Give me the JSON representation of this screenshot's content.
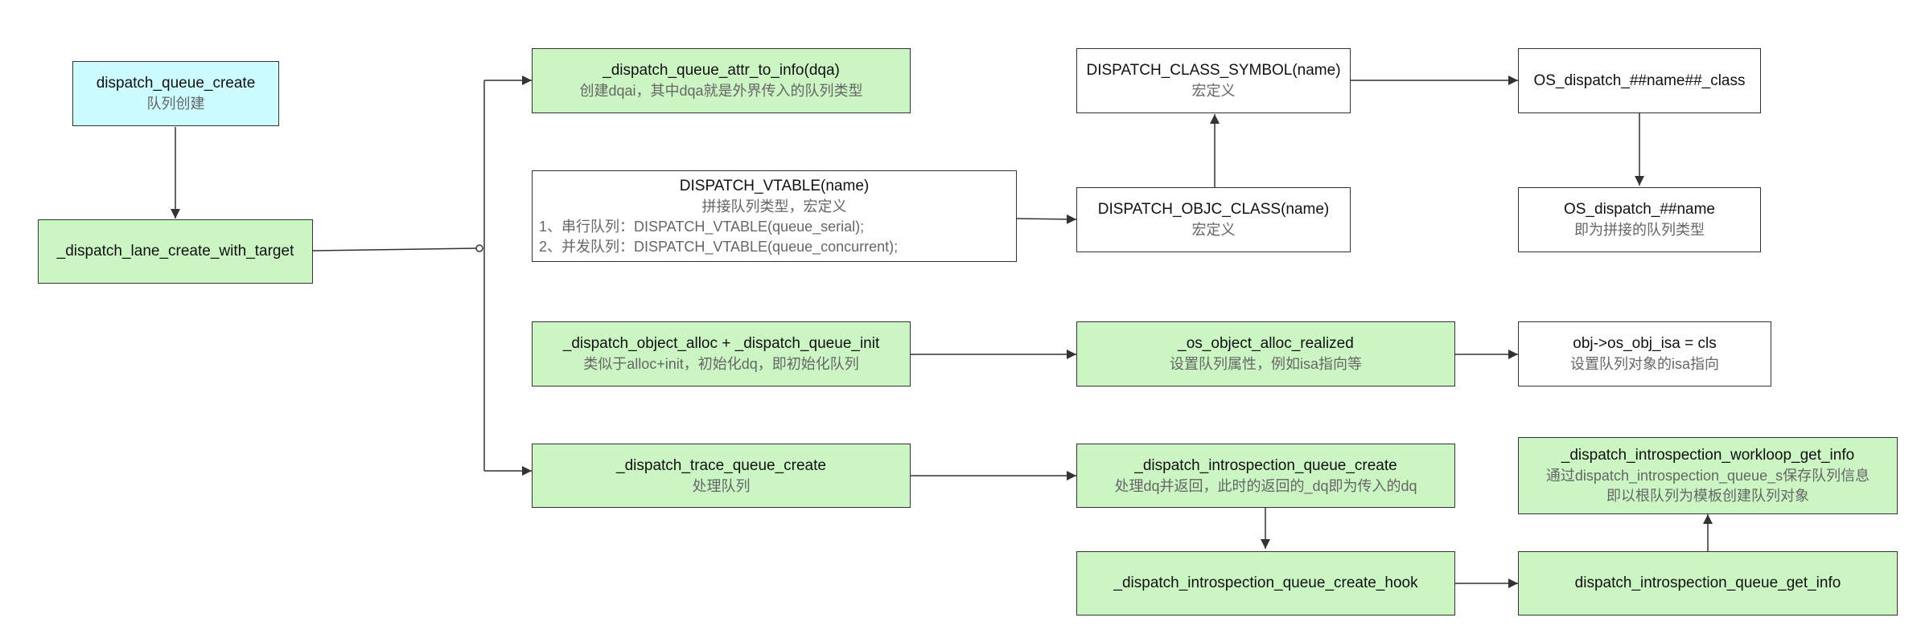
{
  "nodes": {
    "queue_create": {
      "title": "dispatch_queue_create",
      "sub": "队列创建"
    },
    "lane_create": {
      "title": "_dispatch_lane_create_with_target"
    },
    "attr_to_info": {
      "title": "_dispatch_queue_attr_to_info(dqa)",
      "sub": "创建dqai，其中dqa就是外界传入的队列类型"
    },
    "vtable": {
      "title": "DISPATCH_VTABLE(name)",
      "sub": "拼接队列类型，宏定义",
      "line1": "1、串行队列：DISPATCH_VTABLE(queue_serial);",
      "line2": "2、并发队列：DISPATCH_VTABLE(queue_concurrent);"
    },
    "object_alloc": {
      "title": "_dispatch_object_alloc + _dispatch_queue_init",
      "sub": "类似于alloc+init，初始化dq，即初始化队列"
    },
    "trace_create": {
      "title": "_dispatch_trace_queue_create",
      "sub": "处理队列"
    },
    "class_symbol": {
      "title": "DISPATCH_CLASS_SYMBOL(name)",
      "sub": "宏定义"
    },
    "objc_class": {
      "title": "DISPATCH_OBJC_CLASS(name)",
      "sub": "宏定义"
    },
    "os_alloc": {
      "title": "_os_object_alloc_realized",
      "sub": "设置队列属性，例如isa指向等"
    },
    "intro_create": {
      "title": "_dispatch_introspection_queue_create",
      "sub": "处理dq并返回，此时的返回的_dq即为传入的dq"
    },
    "intro_hook": {
      "title": "_dispatch_introspection_queue_create_hook"
    },
    "os_class": {
      "title": "OS_dispatch_##name##_class"
    },
    "os_name": {
      "title": "OS_dispatch_##name",
      "sub": "即为拼接的队列类型"
    },
    "obj_isa": {
      "title": "obj->os_obj_isa = cls",
      "sub": "设置队列对象的isa指向"
    },
    "workloop_info": {
      "title": "_dispatch_introspection_workloop_get_info",
      "sub": "通过dispatch_introspection_queue_s保存队列信息",
      "sub2": "即以根队列为模板创建队列对象"
    },
    "get_info": {
      "title": "dispatch_introspection_queue_get_info"
    }
  },
  "colors": {
    "green_fill": "#ccf5c4",
    "cyan_fill": "#ccfcff",
    "white_fill": "#ffffff",
    "border": "#333333",
    "line": "#333333"
  }
}
